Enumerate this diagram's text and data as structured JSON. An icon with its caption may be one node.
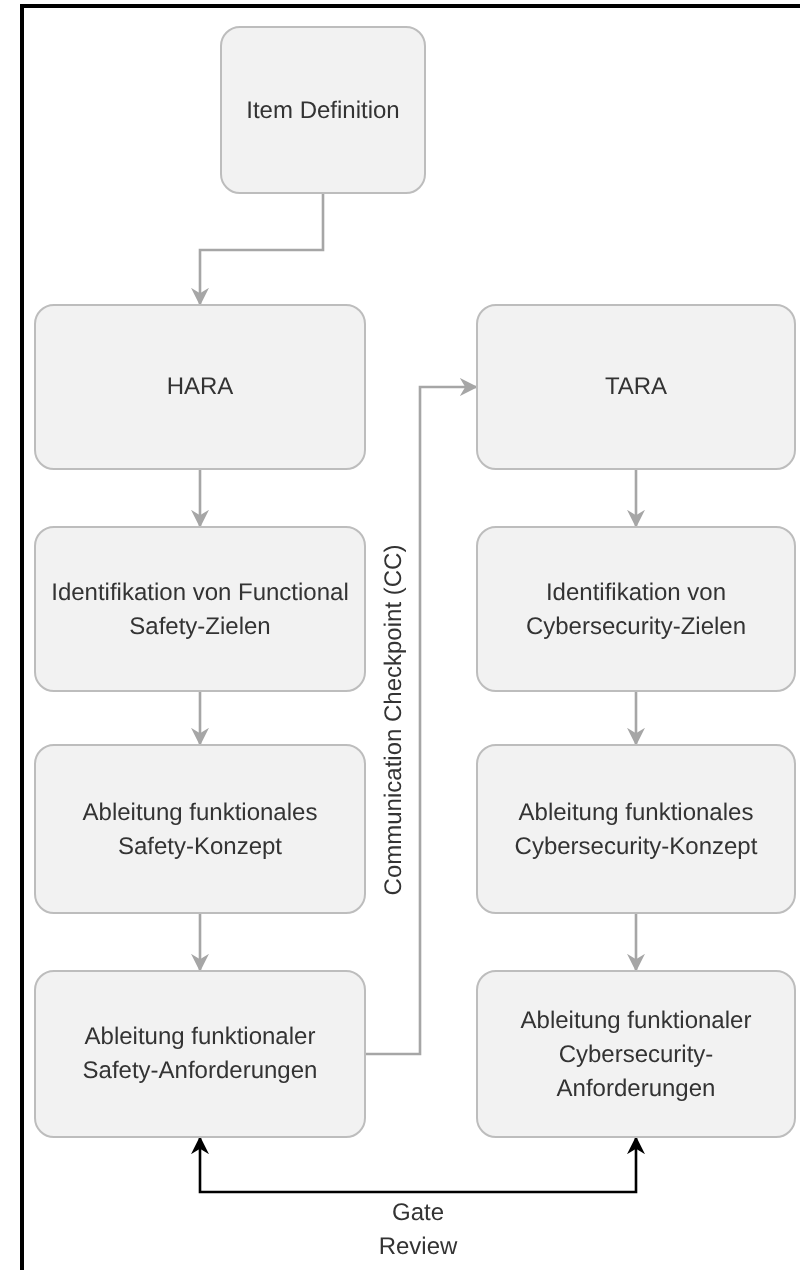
{
  "diagram": {
    "nodes": [
      {
        "text": [
          "Item Definition"
        ]
      },
      {
        "text": [
          "HARA"
        ]
      },
      {
        "text": [
          "Identifikation von Functional Safety-Zielen"
        ]
      },
      {
        "text": [
          "Ableitung funktionales Safety-Konzept"
        ]
      },
      {
        "text": [
          "Ableitung funktionaler Safety-Anforderungen"
        ]
      },
      {
        "text": [
          "TARA"
        ]
      },
      {
        "text": [
          "Identifikation von Cybersecurity-Zielen"
        ]
      },
      {
        "text": [
          "Ableitung funktionales Cybersecurity-Konzept"
        ]
      },
      {
        "text": [
          "Ableitung funktionaler Cybersecurity-Anforderungen"
        ]
      }
    ],
    "edges": [
      {
        "from": 0,
        "to": 1,
        "arrow": "to"
      },
      {
        "from": 1,
        "to": 2,
        "arrow": "to"
      },
      {
        "from": 2,
        "to": 3,
        "arrow": "to"
      },
      {
        "from": 3,
        "to": 4,
        "arrow": "to"
      },
      {
        "from": 4,
        "to": 5,
        "arrow": "to",
        "label": "Communication Checkpoint (CC)"
      },
      {
        "from": 5,
        "to": 6,
        "arrow": "to"
      },
      {
        "from": 6,
        "to": 7,
        "arrow": "to"
      },
      {
        "from": 7,
        "to": 8,
        "arrow": "to"
      },
      {
        "from": 4,
        "to": 8,
        "arrow": "both",
        "label": "Gate Review",
        "color": "#000000"
      }
    ]
  }
}
